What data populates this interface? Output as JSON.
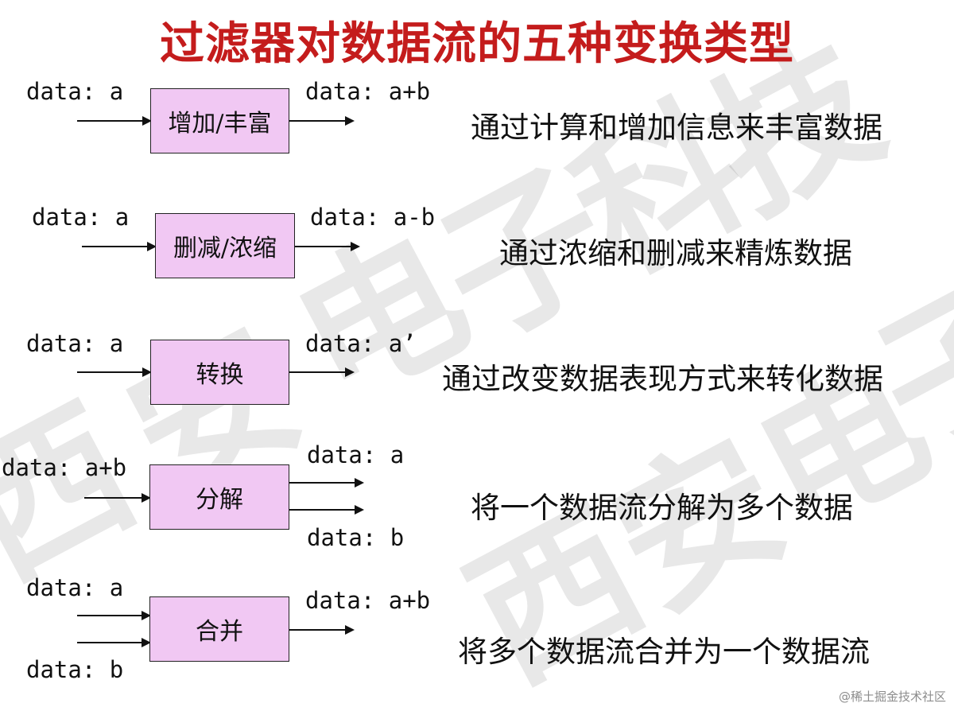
{
  "title": "过滤器对数据流的五种变换类型",
  "watermark": "西安电子科技大学",
  "credit": "@稀土掘金技术社区",
  "colors": {
    "title": "#c41c1c",
    "box_fill": "#f1c8f3"
  },
  "rows": [
    {
      "inputs": [
        "data: a"
      ],
      "box": "增加/丰富",
      "outputs": [
        "data: a+b"
      ],
      "desc": "通过计算和增加信息来丰富数据"
    },
    {
      "inputs": [
        "data: a"
      ],
      "box": "删减/浓缩",
      "outputs": [
        "data: a-b"
      ],
      "desc": "通过浓缩和删减来精炼数据"
    },
    {
      "inputs": [
        "data: a"
      ],
      "box": "转换",
      "outputs": [
        "data: a’"
      ],
      "desc": "通过改变数据表现方式来转化数据"
    },
    {
      "inputs": [
        "data: a+b"
      ],
      "box": "分解",
      "outputs": [
        "data: a",
        "data: b"
      ],
      "desc": "将一个数据流分解为多个数据"
    },
    {
      "inputs": [
        "data: a",
        "data: b"
      ],
      "box": "合并",
      "outputs": [
        "data: a+b"
      ],
      "desc": "将多个数据流合并为一个数据流"
    }
  ]
}
